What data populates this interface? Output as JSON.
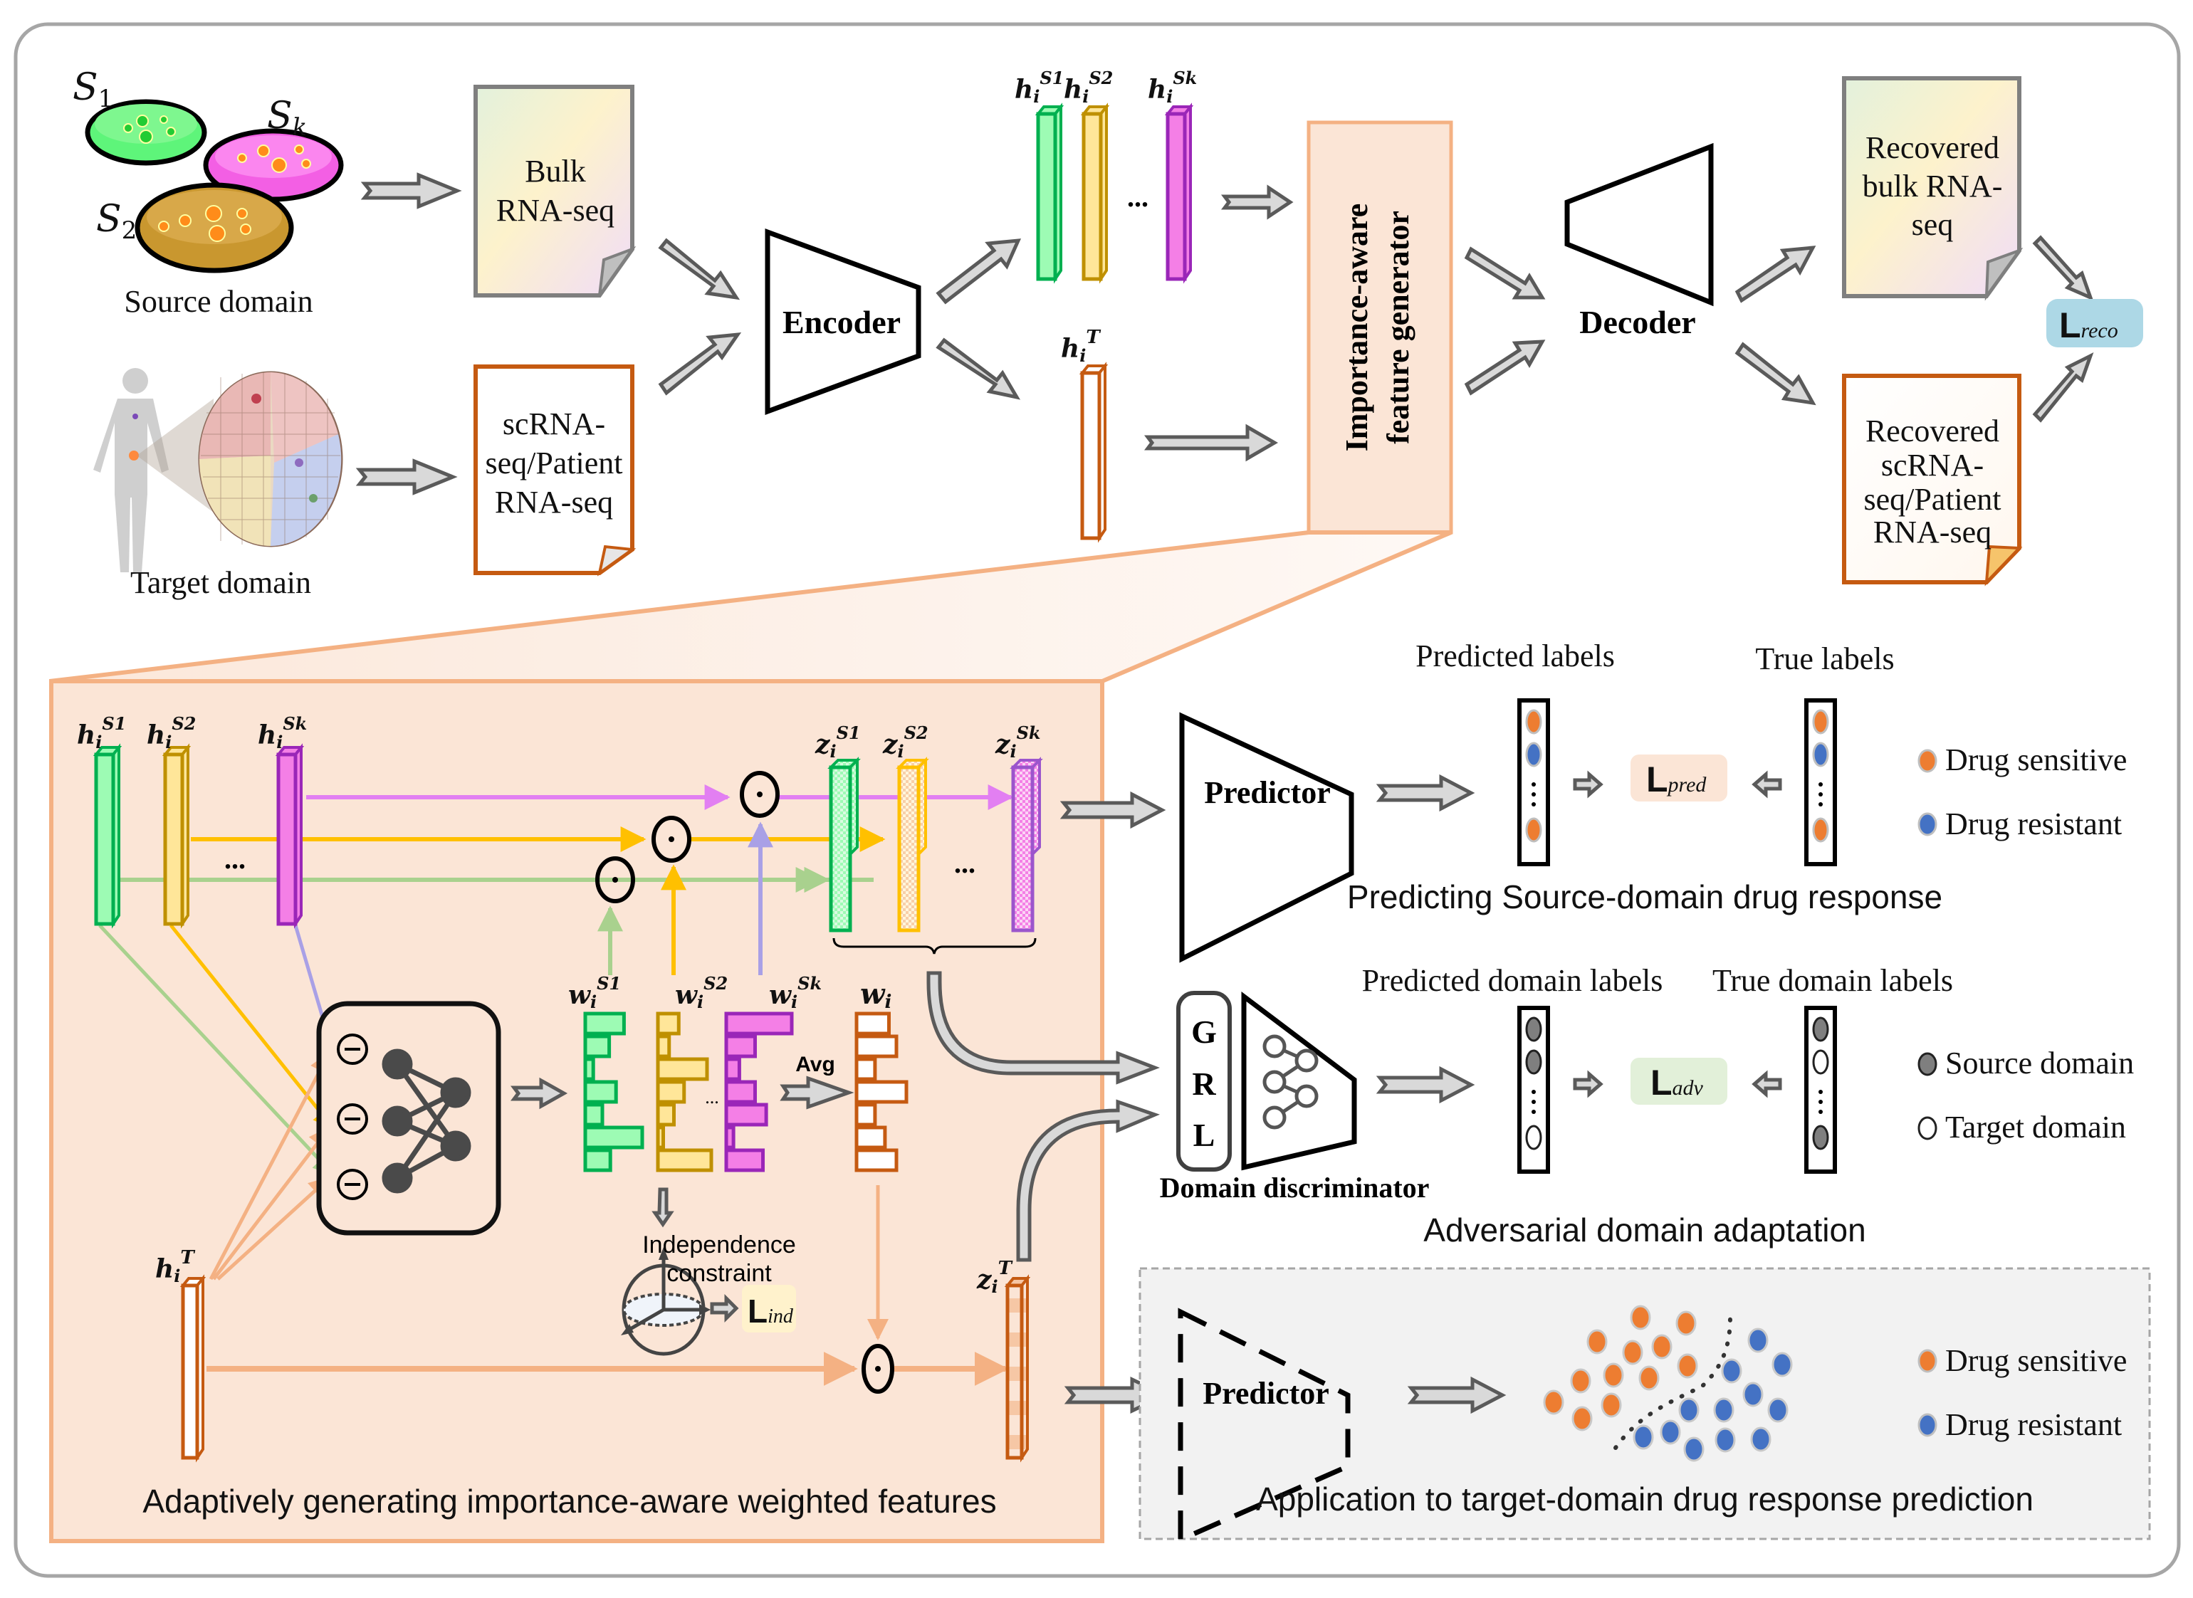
{
  "figure": {
    "colors": {
      "frame": "#a6a6a6",
      "panel_fill": "#fbe5d6",
      "panel_border": "#f4b183",
      "source1": "#00b050",
      "source1_fill": "#9dfbb4",
      "source2": "#bf9000",
      "source2_fill": "#ffe699",
      "sourcek": "#9a26b8",
      "sourcek_fill": "#f47fe6",
      "target": "#c55a11",
      "drug_sensitive": "#ed7d31",
      "drug_resistant": "#4472c4",
      "lreco_fill": "#add8e6",
      "lpred_fill": "#fbe5d6",
      "ladv_fill": "#e2f0d9",
      "lind_fill": "#fff2cc",
      "app_fill": "#f2f2f2"
    },
    "top": {
      "source": {
        "dish_labels": [
          "S",
          "S",
          "S"
        ],
        "dish_subscripts": [
          "1",
          "k",
          "2"
        ],
        "caption": "Source domain"
      },
      "target": {
        "caption": "Target domain"
      },
      "bulk_doc": {
        "lines": [
          "Bulk",
          "RNA-seq"
        ]
      },
      "sc_doc": {
        "lines": [
          "scRNA-",
          "seq/Patient",
          "RNA-seq"
        ]
      },
      "encoder": {
        "label": "Encoder"
      },
      "decoder": {
        "label": "Decoder"
      },
      "features": {
        "h_base": "h",
        "h_sub": "i",
        "sups": [
          "S1",
          "S2",
          "Sk",
          "T"
        ],
        "ellipsis": "..."
      },
      "generator": {
        "lines": [
          "Importance-aware",
          "feature generator"
        ]
      },
      "recovered_bulk": {
        "lines": [
          "Recovered",
          "bulk RNA-",
          "seq"
        ]
      },
      "recovered_sc": {
        "lines": [
          "Recovered",
          "scRNA-",
          "seq/Patient",
          "RNA-seq"
        ]
      },
      "loss_reco": {
        "L": "L",
        "sub": "reco"
      }
    },
    "generator_panel": {
      "caption": "Adaptively generating importance-aware weighted features",
      "h_labels": [
        "S1",
        "S2",
        "Sk"
      ],
      "h_target": "T",
      "z_labels": [
        "S1",
        "S2",
        "Sk"
      ],
      "z_target": "T",
      "w_labels": [
        "S1",
        "S2",
        "Sk"
      ],
      "w_avg_label": "w",
      "avg_label": "Avg",
      "ellipsis": "...",
      "odot": "⊙",
      "minus": "−",
      "independence": [
        "Independence",
        "constraint"
      ],
      "loss_ind": {
        "L": "L",
        "sub": "ind"
      },
      "weights": {
        "w_s1": [
          0.68,
          0.42,
          0.14,
          0.54,
          0.3,
          1.0,
          0.44
        ],
        "w_s2": [
          0.39,
          0.21,
          0.92,
          0.49,
          0.3,
          0.1,
          1.0
        ],
        "w_sk": [
          1.0,
          0.44,
          0.2,
          0.44,
          0.61,
          0.11,
          0.56
        ],
        "w_avg": [
          0.65,
          0.8,
          0.37,
          1.0,
          0.37,
          0.57,
          0.8
        ]
      }
    },
    "prediction": {
      "predictor_label": "Predictor",
      "predicted_header": "Predicted labels",
      "true_header": "True labels",
      "predicted": [
        "sensitive",
        "resistant",
        "sensitive"
      ],
      "true": [
        "sensitive",
        "resistant",
        "sensitive"
      ],
      "loss": {
        "L": "L",
        "sub": "pred"
      },
      "legend": [
        "Drug sensitive",
        "Drug resistant"
      ],
      "caption": "Predicting Source-domain drug response"
    },
    "adversarial": {
      "grl_letters": [
        "G",
        "R",
        "L"
      ],
      "discriminator_label": "Domain discriminator",
      "predicted_header": "Predicted domain labels",
      "true_header": "True domain labels",
      "predicted": [
        "source",
        "source",
        "target"
      ],
      "true": [
        "source",
        "target",
        "source"
      ],
      "loss": {
        "L": "L",
        "sub": "adv"
      },
      "legend": [
        "Source domain",
        "Target domain"
      ],
      "caption": "Adversarial domain adaptation"
    },
    "application": {
      "predictor_label": "Predictor",
      "legend": [
        "Drug sensitive",
        "Drug resistant"
      ],
      "caption": "Application to target-domain drug response prediction",
      "scatter": {
        "sensitive": [
          [
            2304,
            1851
          ],
          [
            2368,
            1859
          ],
          [
            2243,
            1885
          ],
          [
            2293,
            1900
          ],
          [
            2334,
            1892
          ],
          [
            2370,
            1919
          ],
          [
            2220,
            1940
          ],
          [
            2266,
            1932
          ],
          [
            2316,
            1936
          ],
          [
            2182,
            1970
          ],
          [
            2263,
            1974
          ],
          [
            2222,
            1993
          ]
        ],
        "resistant": [
          [
            2469,
            1883
          ],
          [
            2503,
            1917
          ],
          [
            2432,
            1926
          ],
          [
            2462,
            1959
          ],
          [
            2372,
            1981
          ],
          [
            2421,
            1981
          ],
          [
            2497,
            1981
          ],
          [
            2308,
            2019
          ],
          [
            2346,
            2012
          ],
          [
            2379,
            2036
          ],
          [
            2423,
            2023
          ],
          [
            2473,
            2022
          ]
        ]
      }
    }
  }
}
